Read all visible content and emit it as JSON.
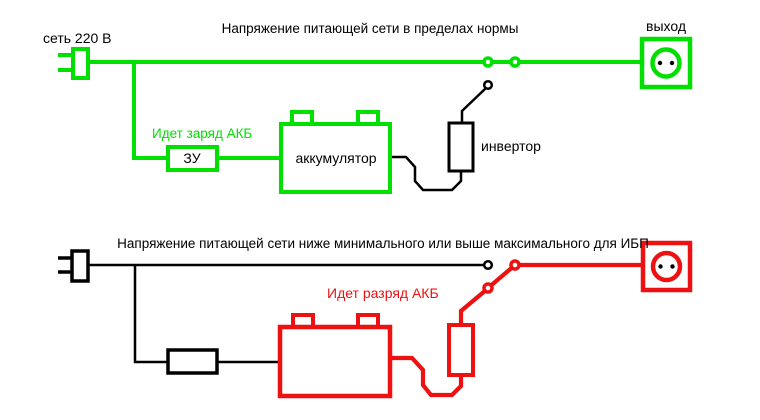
{
  "colors": {
    "green": "#00e000",
    "red": "#ee1111",
    "black": "#000000",
    "background": "#ffffff"
  },
  "top_diagram": {
    "title": "Напряжение питающей сети в пределах нормы",
    "mains_label": "сеть 220 В",
    "charge_status_label": "Идет заряд АКБ",
    "charger_label": "ЗУ",
    "battery_label": "аккумулятор",
    "inverter_label": "инвертор",
    "output_label": "выход"
  },
  "bottom_diagram": {
    "title": "Напряжение питающей сети ниже минимального или выше максимального для ИБП",
    "discharge_status_label": "Идет разряд АКБ"
  }
}
